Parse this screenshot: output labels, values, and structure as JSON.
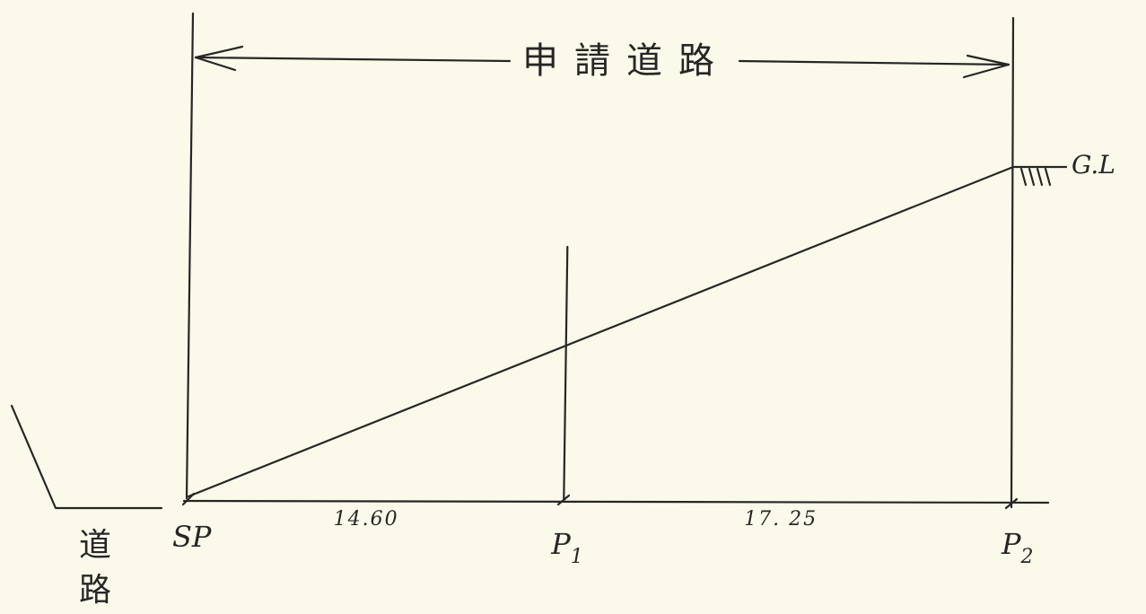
{
  "diagram": {
    "title": "申請道路",
    "ground_level_label": "G.L",
    "start_point_label": "SP",
    "points": [
      {
        "letter": "P",
        "subscript": "1"
      },
      {
        "letter": "P",
        "subscript": "2"
      }
    ],
    "segments": [
      {
        "from": "SP",
        "to": "P1",
        "length": 14.6,
        "label": "14.60"
      },
      {
        "from": "P1",
        "to": "P2",
        "length": 17.25,
        "label": "17. 25"
      }
    ],
    "road_label_chars": [
      "道",
      "路"
    ]
  }
}
